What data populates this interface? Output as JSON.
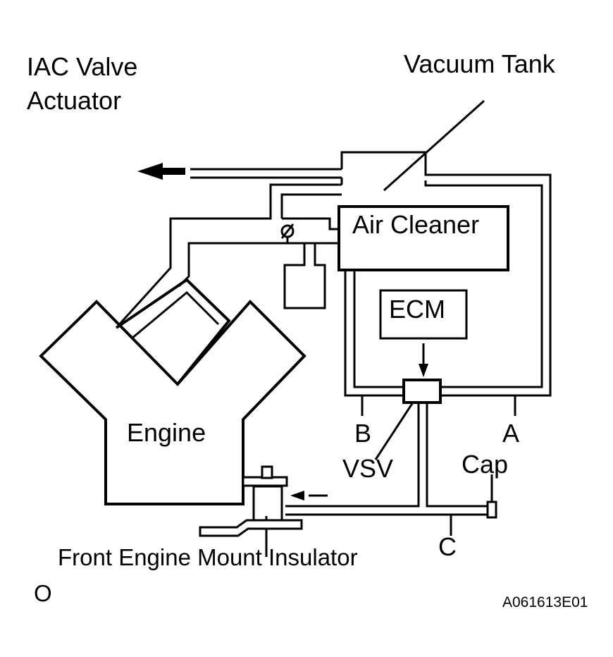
{
  "diagram": {
    "labels": {
      "iac_line1": "IAC Valve",
      "iac_line2": "Actuator",
      "vacuum_tank": "Vacuum Tank",
      "air_cleaner": "Air Cleaner",
      "ecm": "ECM",
      "engine": "Engine",
      "port_b": "B",
      "port_a": "A",
      "port_c": "C",
      "vsv": "VSV",
      "cap": "Cap",
      "mount": "Front Engine Mount Insulator",
      "corner_mark": "O",
      "figure_id": "A061613E01"
    }
  }
}
